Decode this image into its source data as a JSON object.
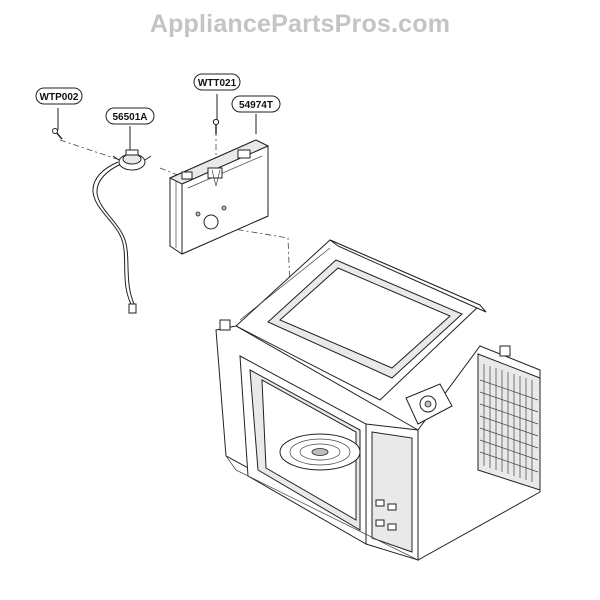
{
  "watermark": "AppliancePartsPros.com",
  "callouts": [
    {
      "id": "wtp002",
      "label": "WTP002"
    },
    {
      "id": "56501a",
      "label": "56501A"
    },
    {
      "id": "wtt021",
      "label": "WTT021"
    },
    {
      "id": "54974t",
      "label": "54974T"
    }
  ]
}
